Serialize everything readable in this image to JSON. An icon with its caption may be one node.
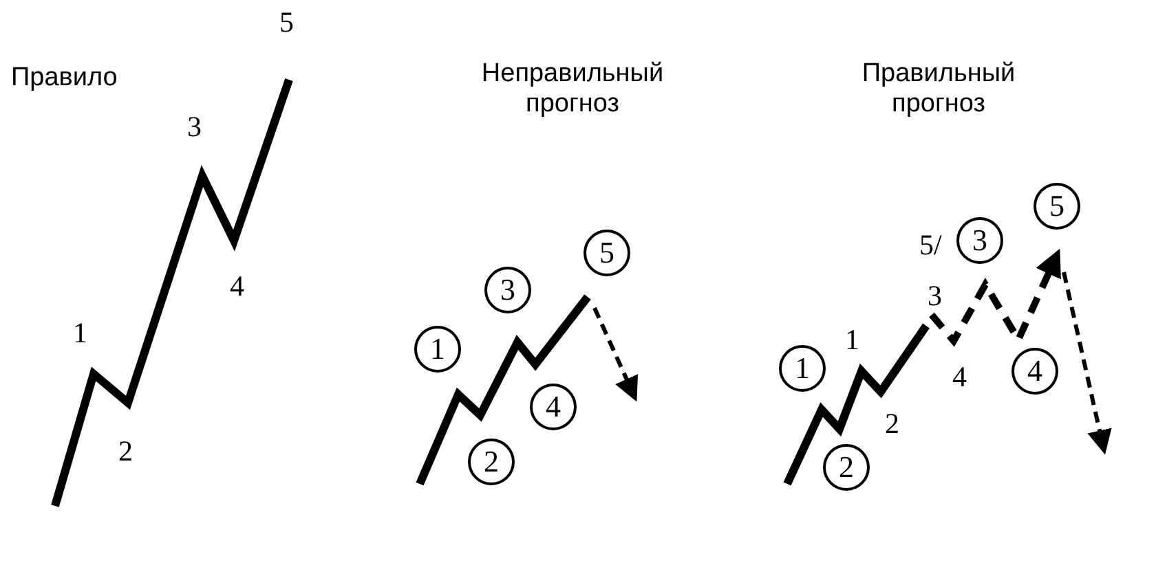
{
  "diagram": {
    "nodes": [
      {
        "text": [
          "5"
        ]
      },
      {
        "text": [
          "3"
        ]
      },
      {
        "text": [
          "1"
        ]
      },
      {
        "text": [
          "4"
        ]
      },
      {
        "text": [
          "2"
        ]
      },
      {
        "text": [
          "5"
        ]
      },
      {
        "text": [
          "3"
        ]
      },
      {
        "text": [
          "1"
        ]
      },
      {
        "text": [
          "4"
        ]
      },
      {
        "text": [
          "2"
        ]
      }
    ],
    "labels": [
      "5",
      "Правило",
      "Неправильный прогноз",
      "Правильный прогноз",
      "3",
      "5/",
      "3",
      "1",
      "1",
      "4",
      "4",
      "2",
      "2"
    ]
  }
}
